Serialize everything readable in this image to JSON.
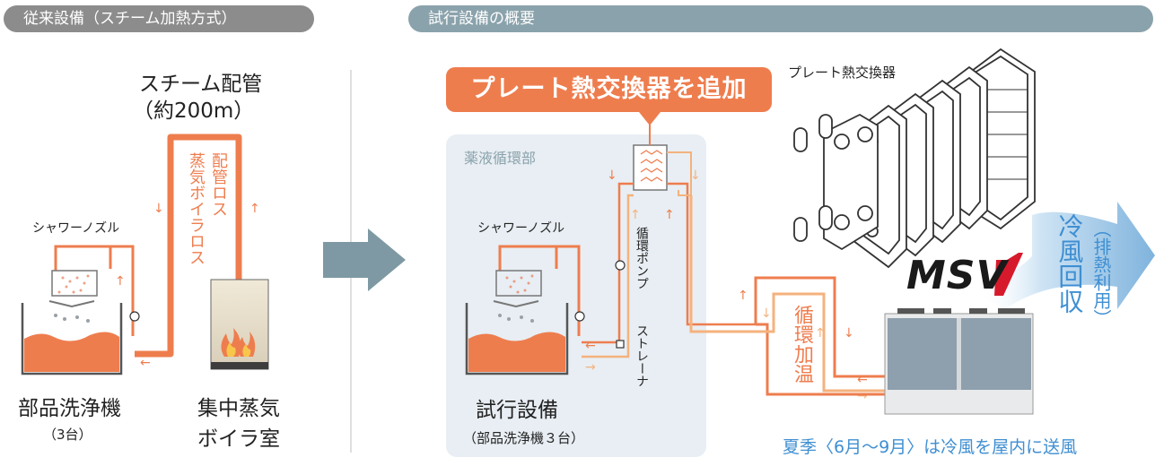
{
  "headers": {
    "left": "従来設備（スチーム加熱方式）",
    "right": "試行設備の概要"
  },
  "left": {
    "steam_pipe_title": "スチーム配管",
    "steam_pipe_length": "（約200m）",
    "loss_pipe": "配管ロス",
    "loss_boiler": "蒸気ボイラロス",
    "nozzle": "シャワーノズル",
    "washer": "部品洗浄機",
    "washer_count": "（3台）",
    "boiler_line1": "集中蒸気",
    "boiler_line2": "ボイラ室"
  },
  "right": {
    "callout": "プレート熱交換器を追加",
    "panel_title": "薬液循環部",
    "nozzle": "シャワーノズル",
    "pump": "循環ポンプ",
    "strainer": "ストレーナ",
    "trial": "試行設備",
    "trial_sub": "（部品洗浄機３台）",
    "phe": "プレート熱交換器",
    "heat": "循環加温",
    "brand": "MSV",
    "cold_main": "冷風回収",
    "cold_sub": "（排熱利用）",
    "summer": "夏季〈6月〜9月〉は冷風を屋内に送風"
  },
  "colors": {
    "orange": "#ee7d4e",
    "light_orange": "#f4b27d",
    "blue_text": "#3f8fd2",
    "header_gray": "#8c8c8c",
    "header_teal": "#8aa2ab"
  }
}
